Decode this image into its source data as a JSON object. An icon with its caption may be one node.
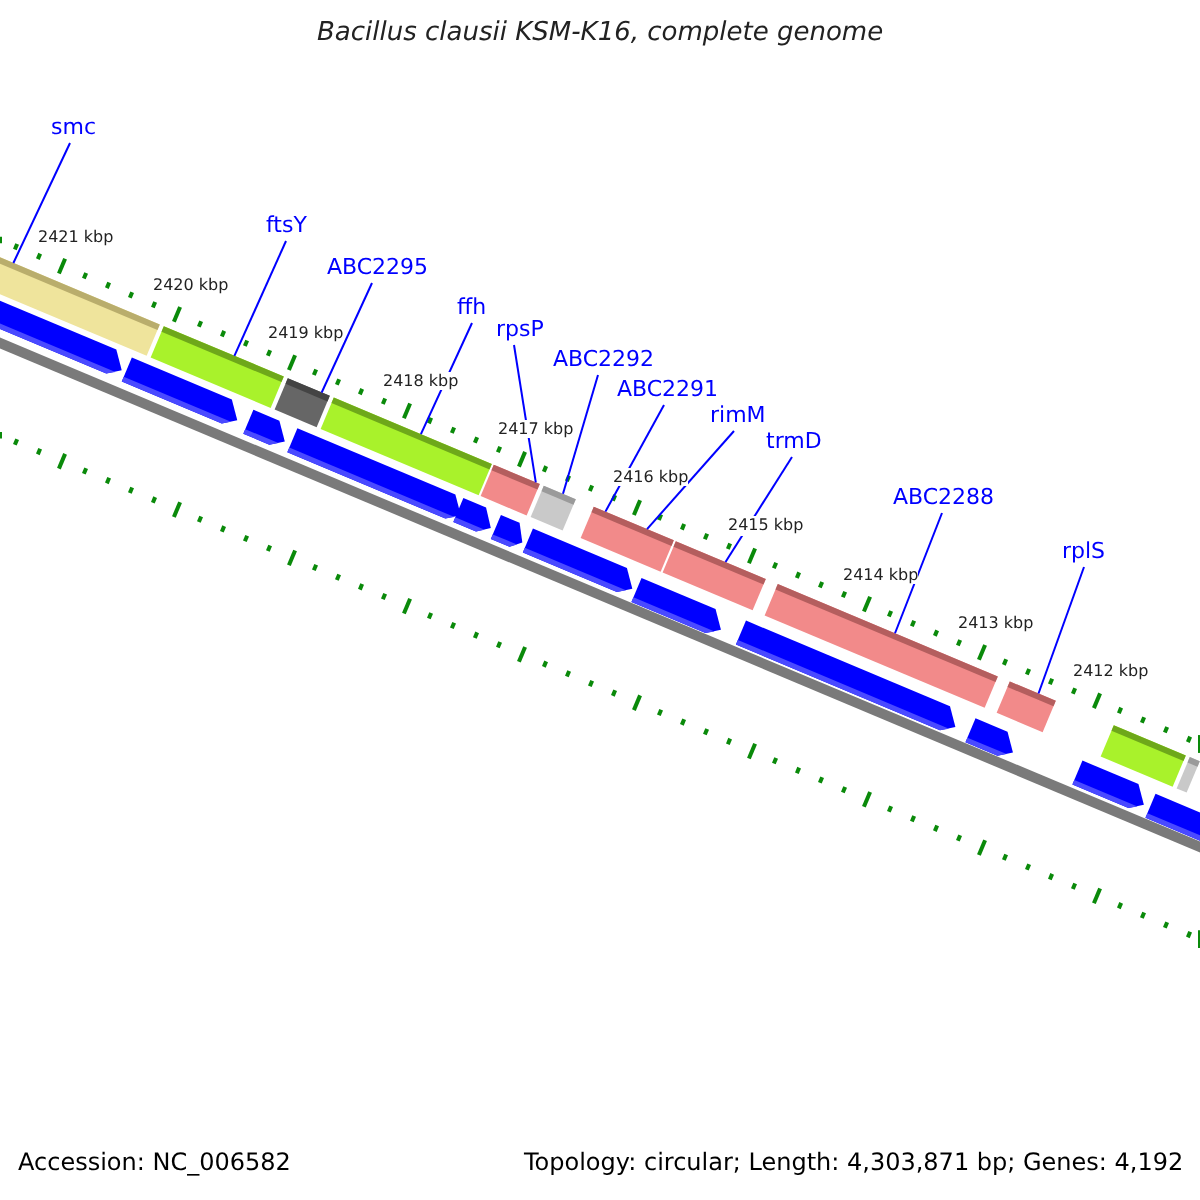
{
  "diagram": {
    "title": "Bacillus clausii KSM-K16, complete genome",
    "nodes": [
      {
        "text": [
          "smc"
        ]
      },
      {
        "text": [
          "ftsY"
        ]
      },
      {
        "text": [
          "ABC2295"
        ]
      },
      {
        "text": [
          "ffh"
        ]
      },
      {
        "text": [
          "rpsP"
        ]
      },
      {
        "text": [
          "ABC2292"
        ]
      },
      {
        "text": [
          "ABC2291"
        ]
      },
      {
        "text": [
          "rimM"
        ]
      },
      {
        "text": [
          "trmD"
        ]
      },
      {
        "text": [
          "ABC2288"
        ]
      },
      {
        "text": [
          "rplS"
        ]
      },
      {
        "text": [],
        "shape": "bar"
      },
      {
        "text": [],
        "shape": "bar"
      },
      {
        "text": [],
        "shape": "bar"
      },
      {
        "text": [],
        "shape": "bar"
      },
      {
        "text": [],
        "shape": "bar"
      },
      {
        "text": [],
        "shape": "bar"
      },
      {
        "text": [],
        "shape": "bar"
      },
      {
        "text": [],
        "shape": "bar"
      },
      {
        "text": [],
        "shape": "bar"
      },
      {
        "text": [],
        "shape": "bar"
      },
      {
        "text": [],
        "shape": "bar"
      },
      {
        "text": [],
        "shape": "bar"
      },
      {
        "text": [],
        "shape": "arrow"
      },
      {
        "text": [],
        "shape": "arrow"
      },
      {
        "text": [],
        "shape": "arrow"
      },
      {
        "text": [],
        "shape": "arrow"
      },
      {
        "text": [],
        "shape": "arrow"
      },
      {
        "text": [],
        "shape": "arrow"
      },
      {
        "text": [],
        "shape": "arrow"
      },
      {
        "text": [],
        "shape": "arrow"
      },
      {
        "text": [],
        "shape": "arrow"
      },
      {
        "text": [],
        "shape": "arrow"
      },
      {
        "text": [],
        "shape": "arrow"
      },
      {
        "text": [],
        "shape": "arrow"
      }
    ],
    "edges": [
      {
        "from": 0,
        "to": 11,
        "arrow": "none"
      },
      {
        "from": 1,
        "to": 12,
        "arrow": "none"
      },
      {
        "from": 2,
        "to": 13,
        "arrow": "none"
      },
      {
        "from": 3,
        "to": 14,
        "arrow": "none"
      },
      {
        "from": 4,
        "to": 15,
        "arrow": "none"
      },
      {
        "from": 5,
        "to": 16,
        "arrow": "none"
      },
      {
        "from": 6,
        "to": 17,
        "arrow": "none"
      },
      {
        "from": 7,
        "to": 17,
        "arrow": "none"
      },
      {
        "from": 8,
        "to": 18,
        "arrow": "none"
      },
      {
        "from": 9,
        "to": 19,
        "arrow": "none"
      },
      {
        "from": 10,
        "to": 20,
        "arrow": "none"
      }
    ],
    "labels": [
      "2421 kbp",
      "2420 kbp",
      "2419 kbp",
      "2418 kbp",
      "2417 kbp",
      "2416 kbp",
      "2415 kbp",
      "2414 kbp",
      "2413 kbp",
      "2412 kbp",
      "Accession: NC_006582",
      "Topology: circular; Length: 4,303,871 bp; Genes: 4,192"
    ]
  }
}
